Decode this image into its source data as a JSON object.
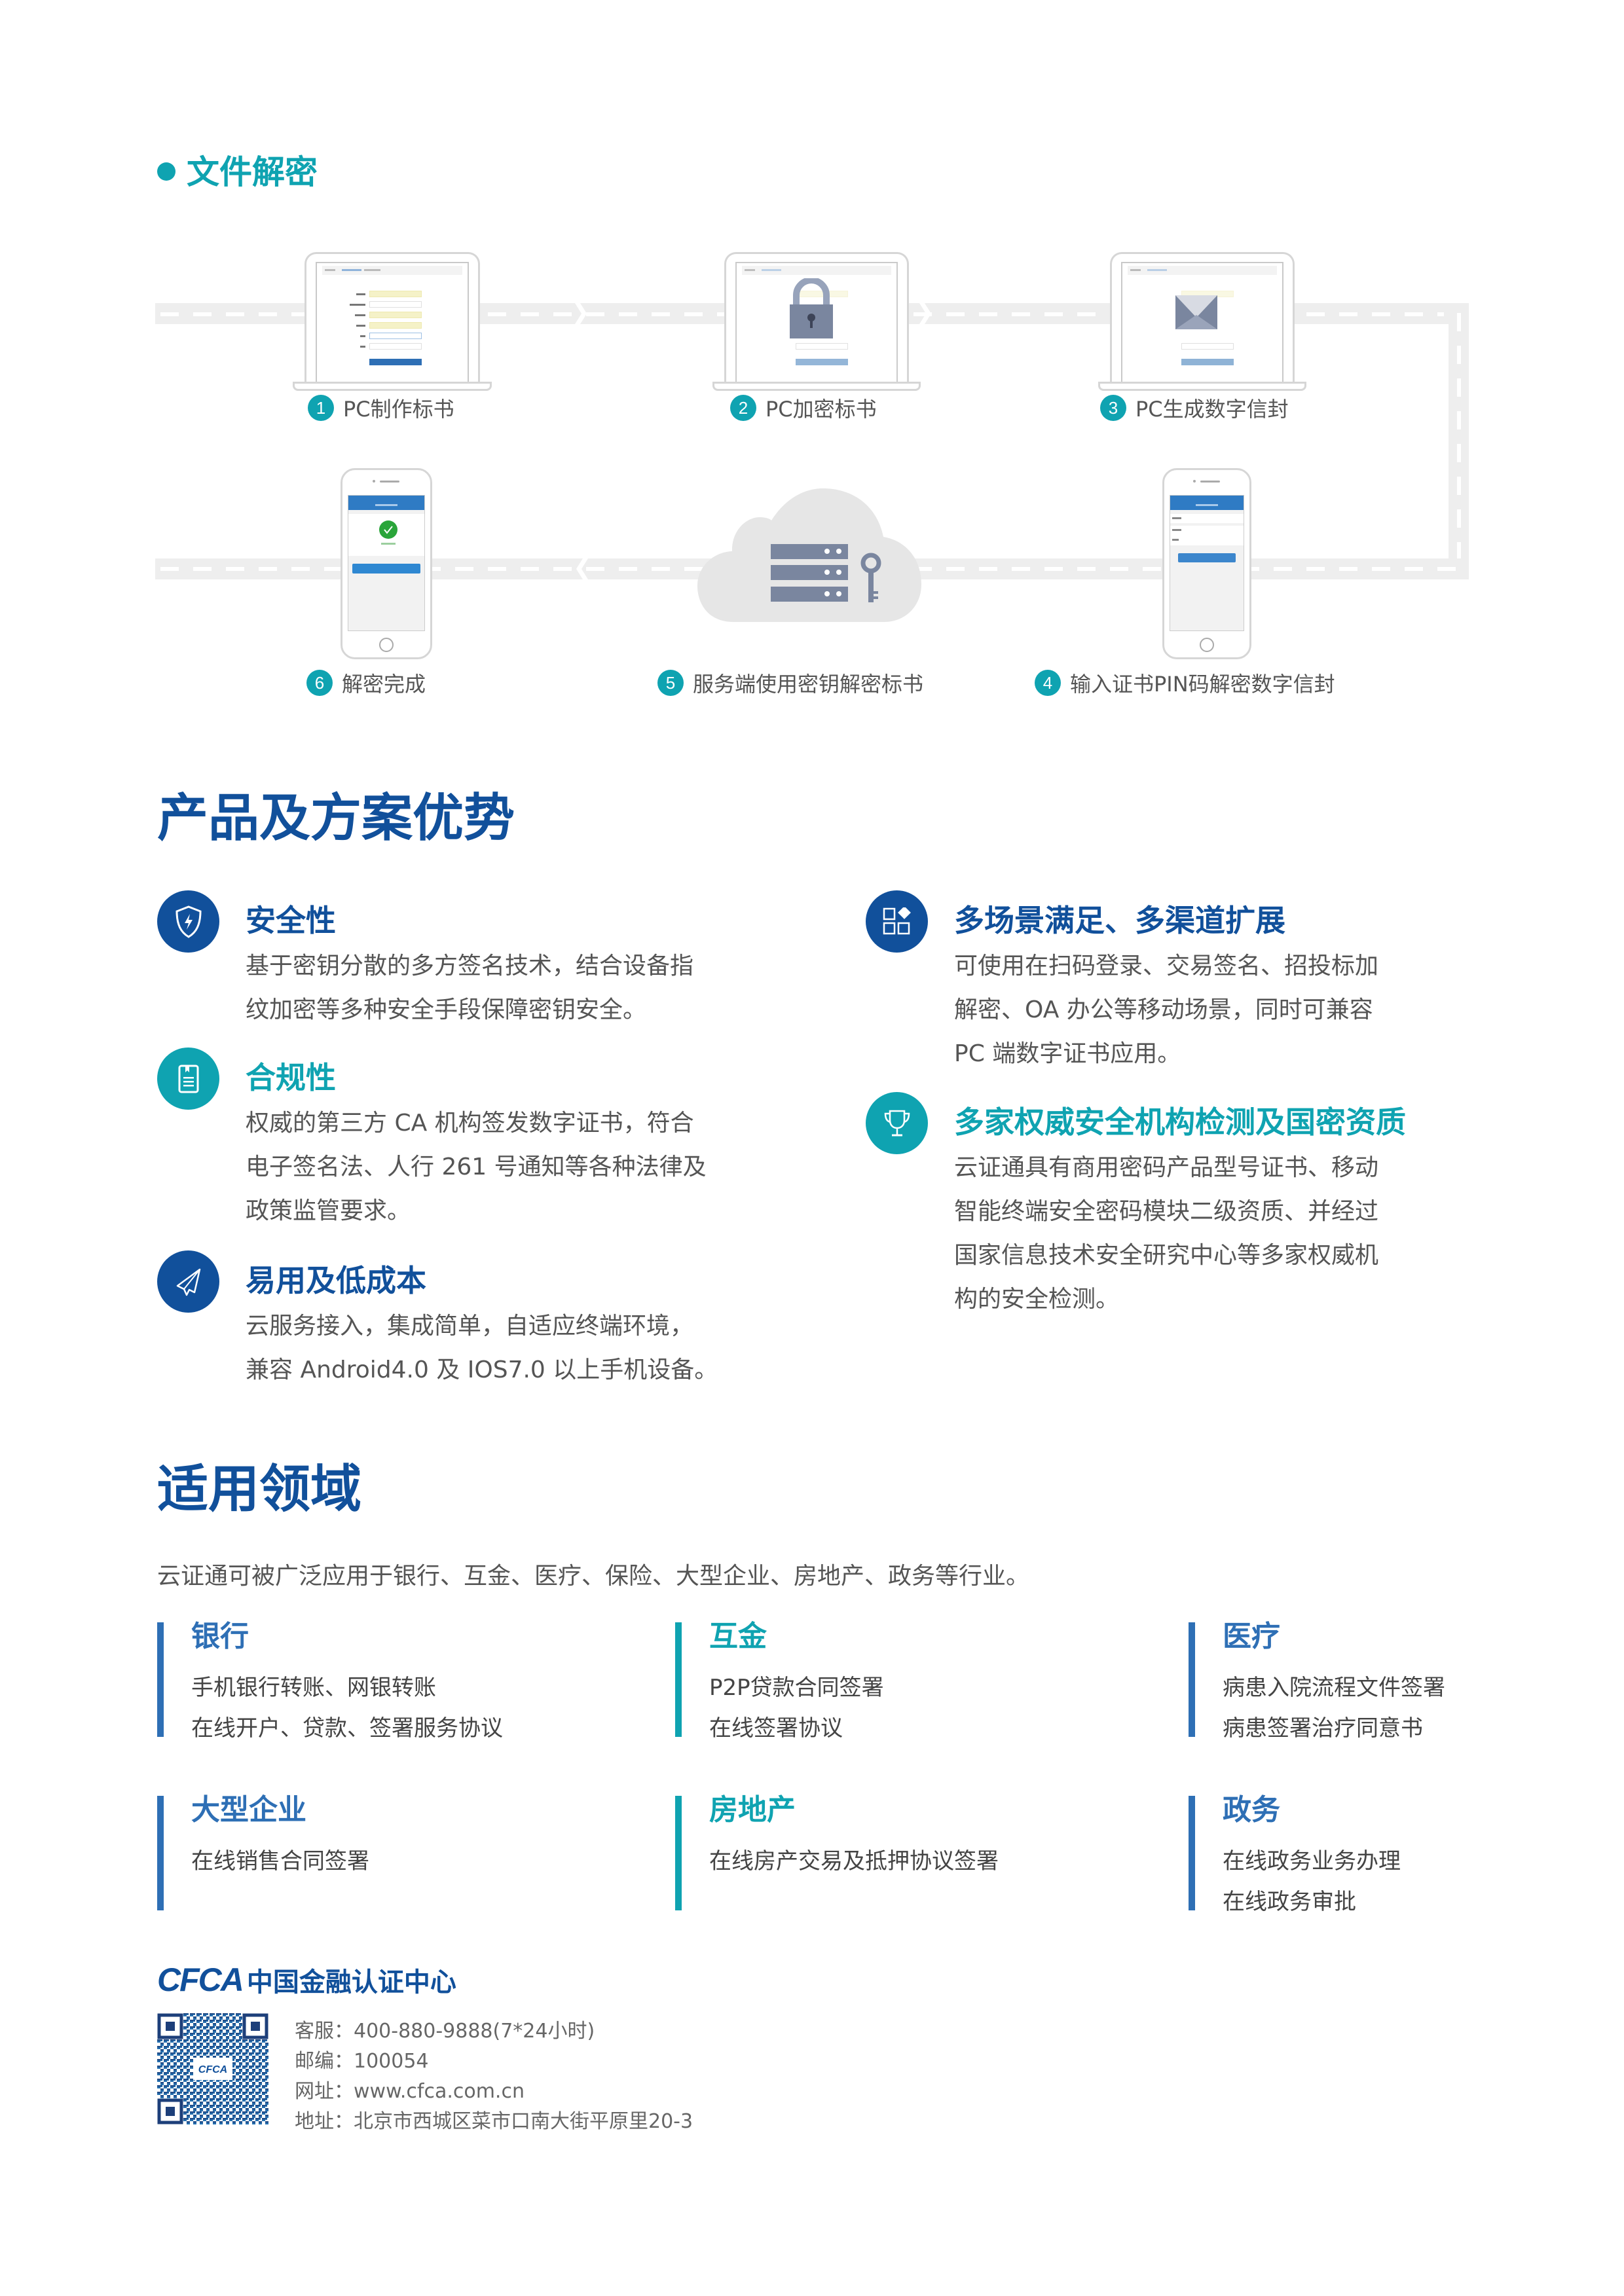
{
  "decrypt_section": {
    "title": "文件解密",
    "steps": [
      {
        "num": "1",
        "label": "PC制作标书"
      },
      {
        "num": "2",
        "label": "PC加密标书"
      },
      {
        "num": "3",
        "label": "PC生成数字信封"
      },
      {
        "num": "4",
        "label": "输入证书PIN码解密数字信封"
      },
      {
        "num": "5",
        "label": "服务端使用密钥解密标书"
      },
      {
        "num": "6",
        "label": "解密完成"
      }
    ]
  },
  "advantages": {
    "title": "产品及方案优势",
    "items": [
      {
        "icon": "shield-icon",
        "title": "安全性",
        "lines": [
          "基于密钥分散的多方签名技术，结合设备指",
          "纹加密等多种安全手段保障密钥安全。"
        ]
      },
      {
        "icon": "document-icon",
        "title": "合规性",
        "lines": [
          "权威的第三方 CA 机构签发数字证书，符合",
          "电子签名法、人行 261 号通知等各种法律及",
          "政策监管要求。"
        ]
      },
      {
        "icon": "paper-plane-icon",
        "title": "易用及低成本",
        "lines": [
          "云服务接入，集成简单，自适应终端环境，",
          "兼容 Android4.0 及 IOS7.0 以上手机设备。"
        ]
      },
      {
        "icon": "apps-grid-icon",
        "title": "多场景满足、多渠道扩展",
        "lines": [
          "可使用在扫码登录、交易签名、招投标加",
          "解密、OA 办公等移动场景，同时可兼容",
          "PC 端数字证书应用。"
        ]
      },
      {
        "icon": "trophy-icon",
        "title": "多家权威安全机构检测及国密资质",
        "lines": [
          "云证通具有商用密码产品型号证书、移动",
          "智能终端安全密码模块二级资质、并经过",
          "国家信息技术安全研究中心等多家权威机",
          "构的安全检测。"
        ]
      }
    ]
  },
  "industries": {
    "title": "适用领域",
    "intro": "云证通可被广泛应用于银行、互金、医疗、保险、大型企业、房地产、政务等行业。",
    "items": [
      {
        "title": "银行",
        "lines": [
          "手机银行转账、网银转账",
          "在线开户、贷款、签署服务协议"
        ]
      },
      {
        "title": "互金",
        "lines": [
          "P2P贷款合同签署",
          "在线签署协议"
        ]
      },
      {
        "title": "医疗",
        "lines": [
          "病患入院流程文件签署",
          "病患签署治疗同意书"
        ]
      },
      {
        "title": "大型企业",
        "lines": [
          "在线销售合同签署"
        ]
      },
      {
        "title": "房地产",
        "lines": [
          "在线房产交易及抵押协议签署"
        ]
      },
      {
        "title": "政务",
        "lines": [
          "在线政务业务办理",
          "在线政务审批"
        ]
      }
    ]
  },
  "footer": {
    "logo_latin": "CFCA",
    "logo_cn": "中国金融认证中心",
    "contact": [
      "客服：400-880-9888(7*24小时)",
      "邮编：100054",
      "网址：www.cfca.com.cn",
      "地址：北京市西城区菜市口南大街平原里20-3"
    ]
  },
  "colors": {
    "primary_blue": "#11509b",
    "industry_blue": "#2e6fb5",
    "teal": "#0fa3b1",
    "body_text": "#555555",
    "road_gray": "#eeeeee"
  }
}
